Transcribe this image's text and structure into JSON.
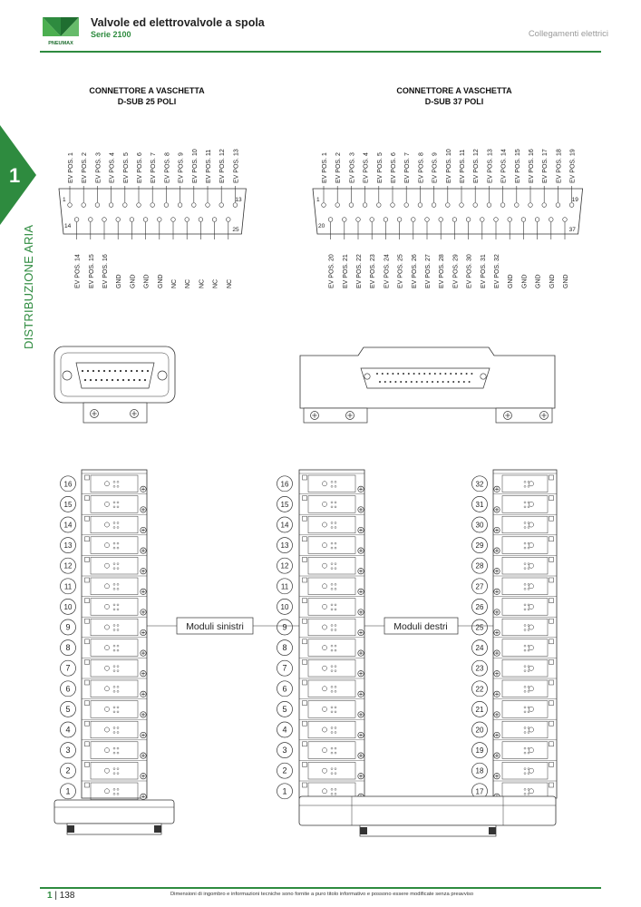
{
  "header": {
    "title": "Valvole ed elettrovalvole a spola",
    "subtitle": "Serie 2100",
    "section": "Collegamenti elettrici",
    "logo_text": "PNEUMAX"
  },
  "sidebar": {
    "number": "1",
    "label": "DISTRIBUZIONE ARIA",
    "accent": "#2e8b3f"
  },
  "connector25": {
    "title_line1": "CONNETTORE A VASCHETTA",
    "title_line2": "D-SUB 25 POLI",
    "top_labels": [
      "EV POS. 1",
      "EV POS. 2",
      "EV POS. 3",
      "EV POS. 4",
      "EV POS. 5",
      "EV POS. 6",
      "EV POS. 7",
      "EV POS. 8",
      "EV POS. 9",
      "EV POS. 10",
      "EV POS. 11",
      "EV POS. 12",
      "EV POS. 13"
    ],
    "bottom_labels": [
      "EV POS. 14",
      "EV POS. 15",
      "EV POS. 16",
      "GND",
      "GND",
      "GND",
      "GND",
      "NC",
      "NC",
      "NC",
      "NC",
      "NC"
    ],
    "pin_numbers": [
      "1",
      "13",
      "14",
      "25"
    ]
  },
  "connector37": {
    "title_line1": "CONNETTORE A VASCHETTA",
    "title_line2": "D-SUB 37 POLI",
    "top_labels": [
      "EV POS. 1",
      "EV POS. 2",
      "EV POS. 3",
      "EV POS. 4",
      "EV POS. 5",
      "EV POS. 6",
      "EV POS. 7",
      "EV POS. 8",
      "EV POS. 9",
      "EV POS. 10",
      "EV POS. 11",
      "EV POS. 12",
      "EV POS. 13",
      "EV POS. 14",
      "EV POS. 15",
      "EV POS. 16",
      "EV POS. 17",
      "EV POS. 18",
      "EV POS. 19"
    ],
    "bottom_labels": [
      "EV POS. 20",
      "EV POS. 21",
      "EV POS. 22",
      "EV POS. 23",
      "EV POS. 24",
      "EV POS. 25",
      "EV POS. 26",
      "EV POS. 27",
      "EV POS. 28",
      "EV POS. 29",
      "EV POS. 30",
      "EV POS. 31",
      "EV POS. 32",
      "GND",
      "GND",
      "GND",
      "GND",
      "GND"
    ],
    "pin_numbers": [
      "1",
      "19",
      "20",
      "37"
    ]
  },
  "manifolds": {
    "left_numbers": [
      "1",
      "2",
      "3",
      "4",
      "5",
      "6",
      "7",
      "8",
      "9",
      "10",
      "11",
      "12",
      "13",
      "14",
      "15",
      "16"
    ],
    "middle_numbers": [
      "1",
      "2",
      "3",
      "4",
      "5",
      "6",
      "7",
      "8",
      "9",
      "10",
      "11",
      "12",
      "13",
      "14",
      "15",
      "16"
    ],
    "right_numbers": [
      "17",
      "18",
      "19",
      "20",
      "21",
      "22",
      "23",
      "24",
      "25",
      "26",
      "27",
      "28",
      "29",
      "30",
      "31",
      "32"
    ],
    "label_left": "Moduli sinistri",
    "label_right": "Moduli destri"
  },
  "footer": {
    "section_number": "1",
    "page_number": "138",
    "note": "Dimensioni di ingombro e informazioni tecniche sono fornite a puro titolo informativo e possono essere modificate senza preavviso"
  }
}
